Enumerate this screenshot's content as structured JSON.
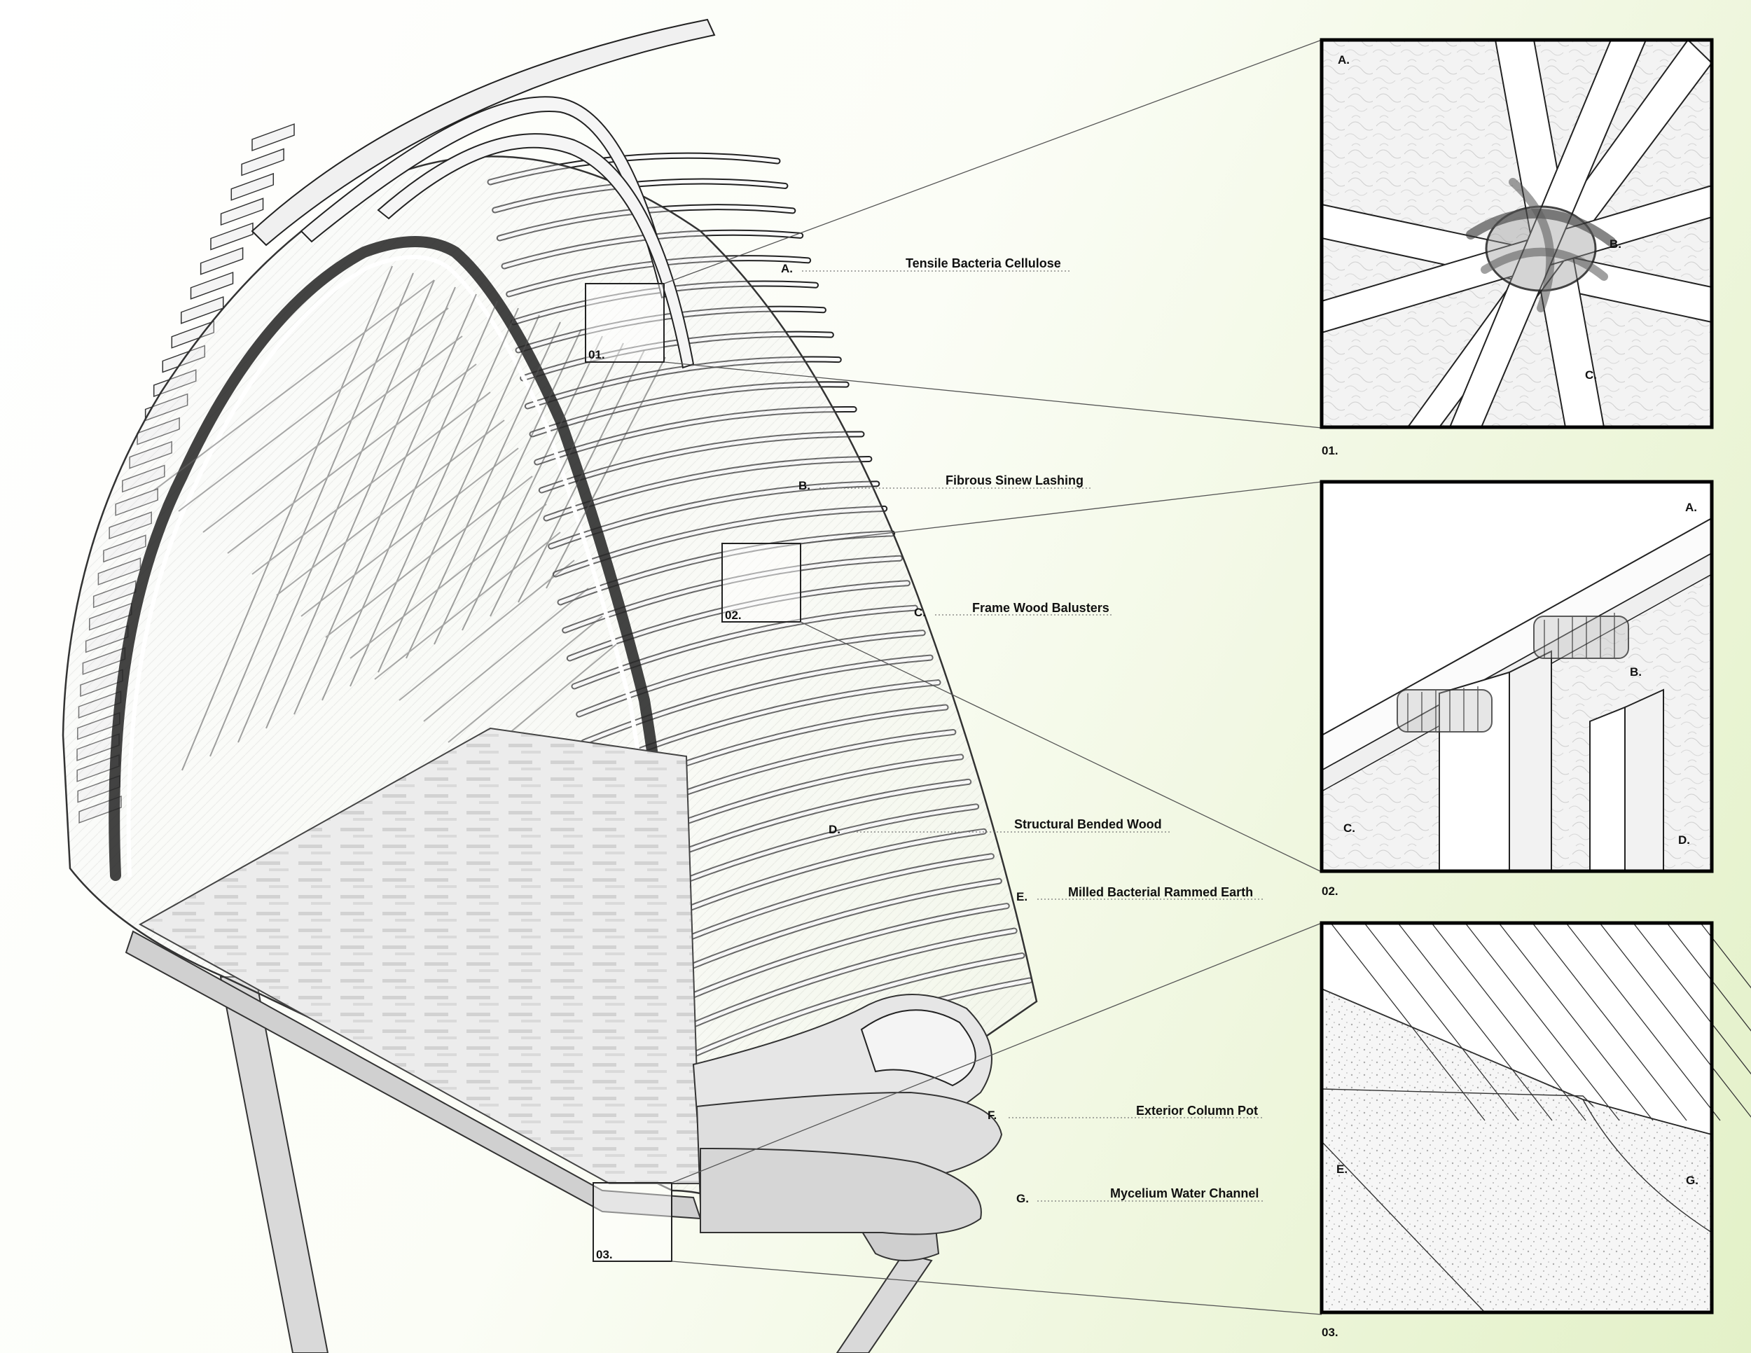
{
  "labels": [
    {
      "letter": "A.",
      "text": "Tensile Bacteria Cellulose"
    },
    {
      "letter": "B.",
      "text": "Fibrous Sinew Lashing"
    },
    {
      "letter": "C.",
      "text": "Frame Wood Balusters"
    },
    {
      "letter": "D.",
      "text": "Structural Bended Wood"
    },
    {
      "letter": "E.",
      "text": "Milled Bacterial Rammed Earth"
    },
    {
      "letter": "F.",
      "text": "Exterior Column Pot"
    },
    {
      "letter": "G.",
      "text": "Mycelium Water Channel"
    }
  ],
  "callouts": [
    "01.",
    "02.",
    "03."
  ],
  "details": [
    {
      "caption": "01.",
      "letters": [
        "A.",
        "B.",
        "C."
      ]
    },
    {
      "caption": "02.",
      "letters": [
        "A.",
        "B.",
        "C.",
        "D."
      ]
    },
    {
      "caption": "03.",
      "letters": [
        "E.",
        "G."
      ]
    }
  ]
}
